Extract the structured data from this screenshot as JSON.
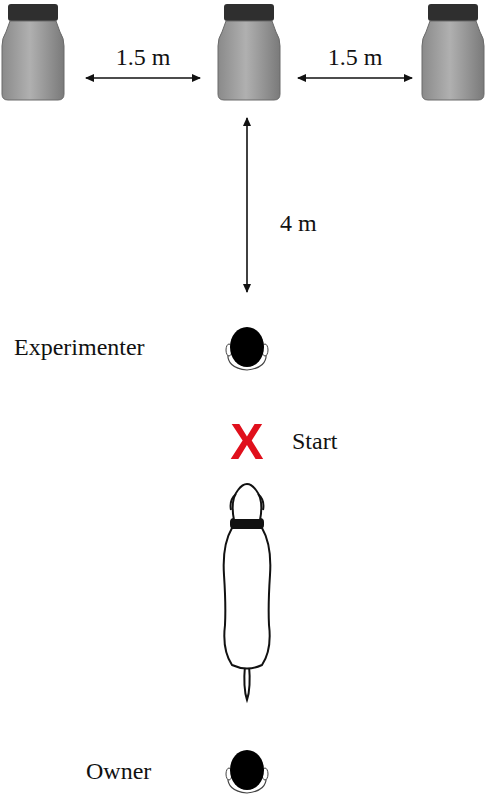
{
  "diagram": {
    "labels": [
      "1.5 m",
      "1.5 m",
      "4 m",
      "Experimenter",
      "X",
      "Start",
      "Owner"
    ]
  }
}
